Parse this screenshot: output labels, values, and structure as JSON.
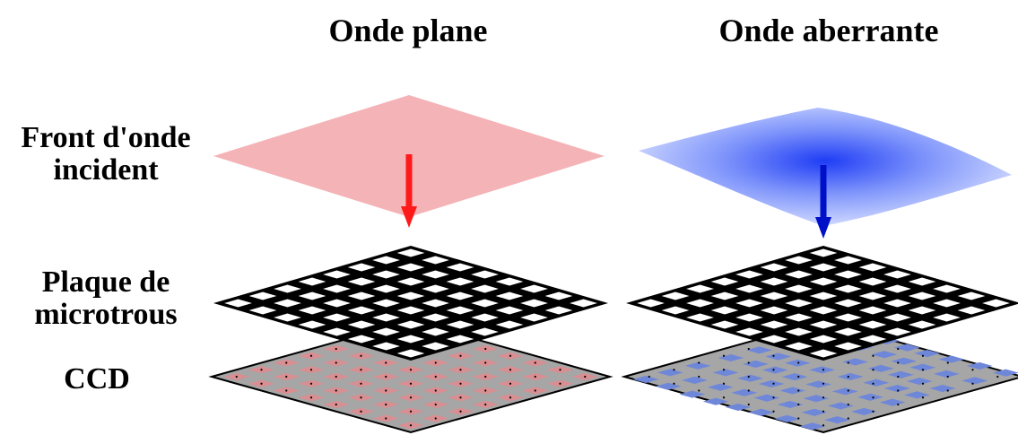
{
  "titles": {
    "left": "Onde plane",
    "right": "Onde aberrante"
  },
  "row_labels": {
    "wavefront": [
      "Front d'onde",
      "incident"
    ],
    "mask": [
      "Plaque de",
      "microtrous"
    ],
    "ccd": "CCD"
  },
  "grid": {
    "holes_per_side": 8
  },
  "colors": {
    "plane_wave": "#f4b3b6",
    "plane_arrow": "#ff1a1a",
    "plane_spot": "#d98e92",
    "aberrant_core": "#1f3df5",
    "aberrant_edge": "#dfe6ff",
    "aberrant_arrow": "#0010c8",
    "aberrant_spot": "#6f87d8",
    "mask": "#000000",
    "hole": "#ffffff",
    "ccd": "#a6a6a6"
  }
}
